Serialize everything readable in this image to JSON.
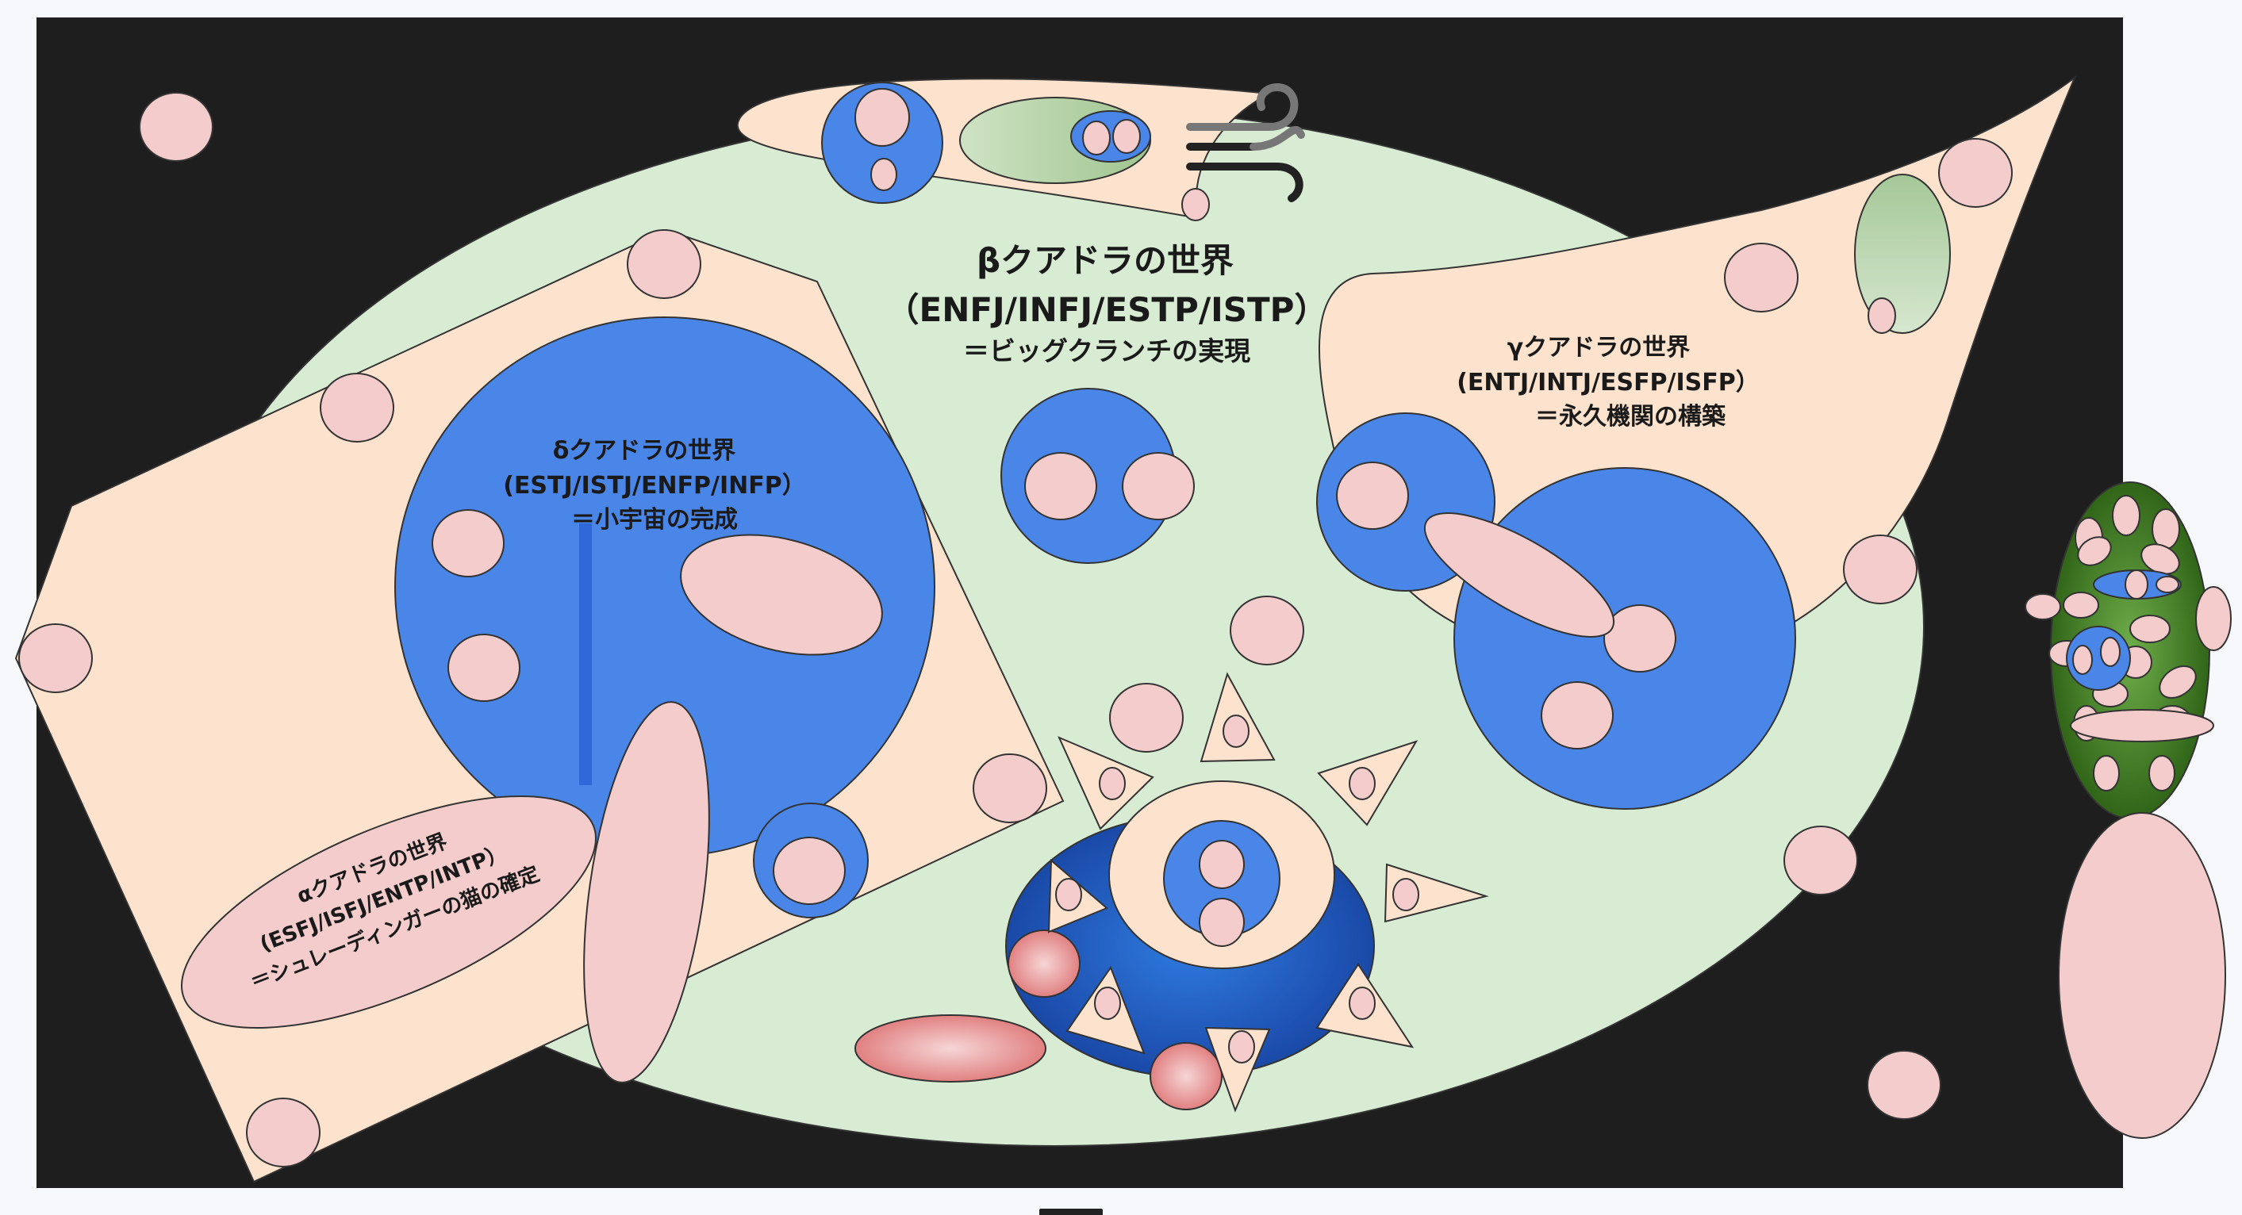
{
  "worlds": {
    "beta": {
      "title": "βクアドラの世界",
      "types": "（ENFJ/INFJ/ESTP/ISTP）",
      "theme": "＝ビッグクランチの実現"
    },
    "gamma": {
      "title": "γクアドラの世界",
      "types": "(ENTJ/INTJ/ESFP/ISFP）",
      "theme": "＝永久機関の構築"
    },
    "delta": {
      "title": "δクアドラの世界",
      "types": "(ESTJ/ISTJ/ENFP/INFP）",
      "theme": "＝小宇宙の完成"
    },
    "alpha": {
      "title": "αクアドラの世界",
      "types": "(ESFJ/ISFJ/ENTP/INTP）",
      "theme": "＝シュレーディンガーの猫の確定"
    }
  },
  "icons": {
    "wind": "wind-icon"
  },
  "colors": {
    "background": "#1e1e1e",
    "green_world": "#d8ebd3",
    "peach": "#fde3cd",
    "blue": "#4a86e8",
    "pink": "#f4cccc",
    "dark_green": "#3a7a1a",
    "outline": "#333333"
  }
}
